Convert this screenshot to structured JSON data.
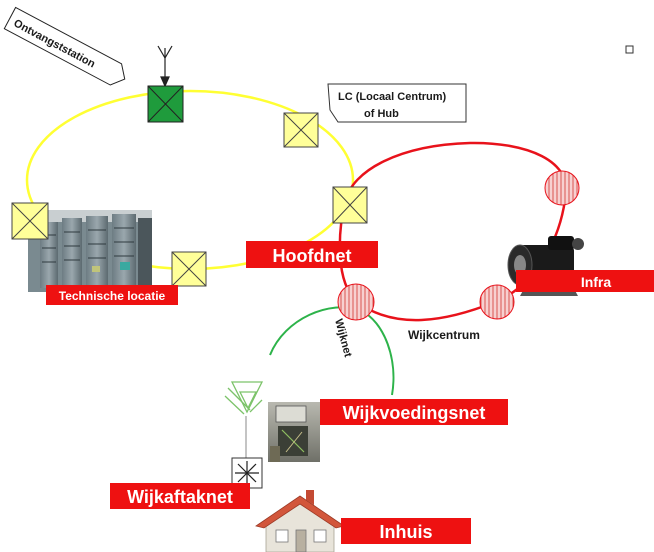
{
  "labels": {
    "ontvangststation": "Ontvangststation",
    "lc_line1": "LC (Locaal Centrum)",
    "lc_line2": "of Hub",
    "hoofdnet": "Hoofdnet",
    "technische_locatie": "Technische locatie",
    "infra": "Infra",
    "wijkcentrum": "Wijkcentrum",
    "wijknet": "Wijknet",
    "wijkvoedingsnet": "Wijkvoedingsnet",
    "wijkaftaknet": "Wijkaftaknet",
    "inhuis": "Inhuis"
  },
  "colors": {
    "yellow_ring": "#ffff33",
    "red_ring": "#e8121b",
    "green_line": "#2db34a",
    "label_red": "#ee1111",
    "node_yellow": "#ffff99",
    "node_green": "#1f9b3c",
    "hatch_pink": "#f3b4b4"
  }
}
